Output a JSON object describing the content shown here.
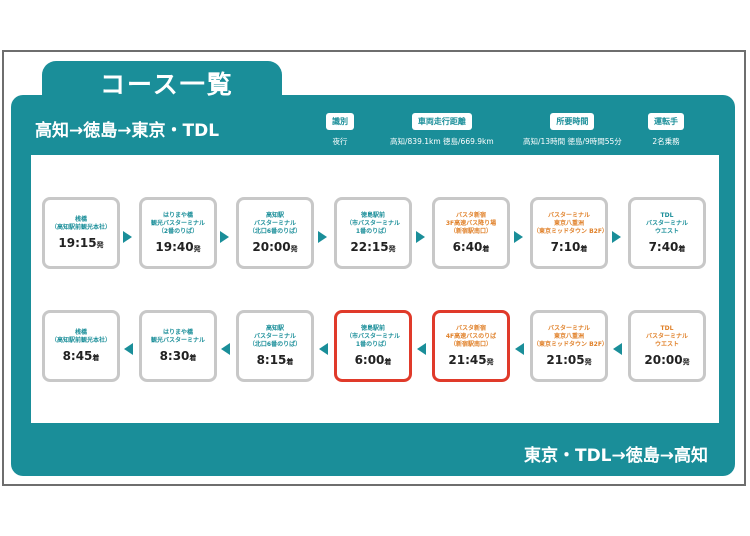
{
  "header": {
    "tab_title": "コース一覧"
  },
  "outbound_title": "高知→徳島→東京・TDL",
  "return_title": "東京・TDL→徳島→高知",
  "info": [
    {
      "label": "識別",
      "value": "夜行"
    },
    {
      "label": "車両走行距離",
      "value": "高知/839.1km 徳島/669.9km"
    },
    {
      "label": "所要時間",
      "value": "高知/13時間 徳島/9時間55分"
    },
    {
      "label": "運転手",
      "value": "2名乗務"
    }
  ],
  "outbound": [
    {
      "name": "桟橋\n（高知駅前観光本社）",
      "time": "19:15",
      "suffix": "発",
      "color": "teal"
    },
    {
      "name": "はりまや橋\n観光バスターミナル\n（2番のりば）",
      "time": "19:40",
      "suffix": "発",
      "color": "teal"
    },
    {
      "name": "高知駅\nバスターミナル\n（北口6番のりば）",
      "time": "20:00",
      "suffix": "発",
      "color": "teal"
    },
    {
      "name": "徳島駅前\n（市バスターミナル\n1番のりば）",
      "time": "22:15",
      "suffix": "発",
      "color": "teal"
    },
    {
      "name": "バスタ新宿\n3F高速バス降り場\n（新宿駅南口）",
      "time": "6:40",
      "suffix": "着",
      "color": "orange"
    },
    {
      "name": "バスターミナル\n東京八重洲\n（東京ミッドタウン B2F）",
      "time": "7:10",
      "suffix": "着",
      "color": "orange"
    },
    {
      "name": "TDL\nバスターミナル\nウエスト",
      "time": "7:40",
      "suffix": "着",
      "color": "teal"
    }
  ],
  "return": [
    {
      "name": "桟橋\n（高知駅前観光本社）",
      "time": "8:45",
      "suffix": "着",
      "color": "teal"
    },
    {
      "name": "はりまや橋\n観光バスターミナル",
      "time": "8:30",
      "suffix": "着",
      "color": "teal"
    },
    {
      "name": "高知駅\nバスターミナル\n（北口6番のりば）",
      "time": "8:15",
      "suffix": "着",
      "color": "teal"
    },
    {
      "name": "徳島駅前\n（市バスターミナル\n1番のりば）",
      "time": "6:00",
      "suffix": "着",
      "color": "teal",
      "highlight": true
    },
    {
      "name": "バスタ新宿\n4F高速バスのりば\n（新宿駅南口）",
      "time": "21:45",
      "suffix": "発",
      "color": "orange",
      "highlight": true
    },
    {
      "name": "バスターミナル\n東京八重洲\n（東京ミッドタウン B2F）",
      "time": "21:05",
      "suffix": "発",
      "color": "orange"
    },
    {
      "name": "TDL\nバスターミナル\nウエスト",
      "time": "20:00",
      "suffix": "発",
      "color": "orange"
    }
  ]
}
